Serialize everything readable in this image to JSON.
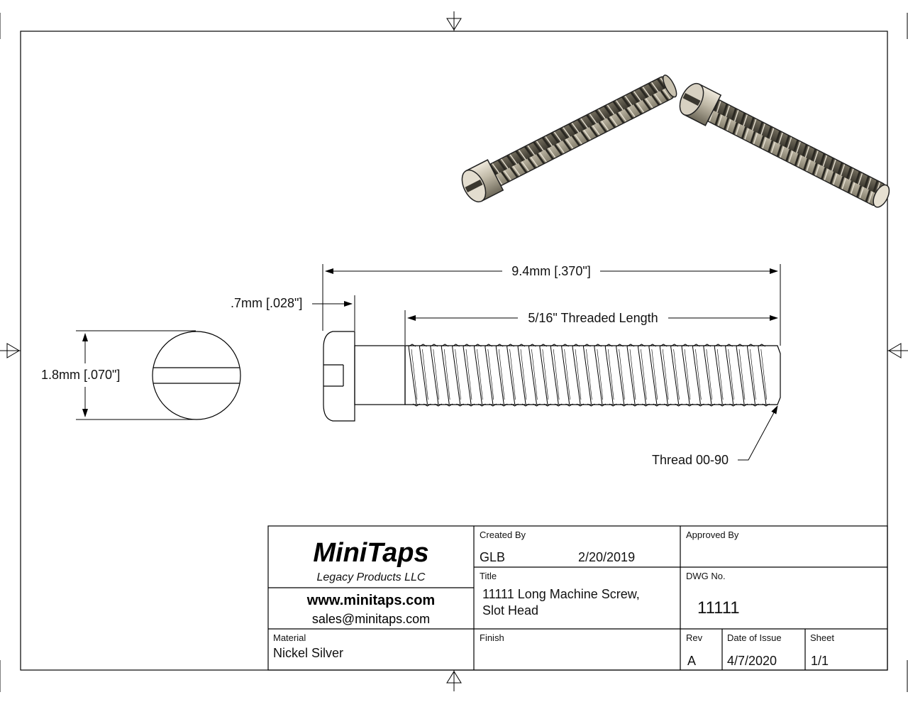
{
  "dimensions": {
    "overall_length": "9.4mm [.370\"]",
    "head_height": ".7mm [.028\"]",
    "thread_length": "5/16\" Threaded Length",
    "head_diameter": "1.8mm [.070\"]",
    "thread_callout": "Thread 00-90"
  },
  "title_block": {
    "logo": "MiniTaps",
    "company": "Legacy Products LLC",
    "website": "www.minitaps.com",
    "email": "sales@minitaps.com",
    "created_by_label": "Created By",
    "created_by": "GLB",
    "created_date": "2/20/2019",
    "approved_by_label": "Approved By",
    "title_label": "Title",
    "title_line1": "11111 Long Machine Screw,",
    "title_line2": "Slot Head",
    "dwg_label": "DWG No.",
    "dwg_no": "11111",
    "material_label": "Material",
    "material": "Nickel Silver",
    "finish_label": "Finish",
    "rev_label": "Rev",
    "rev": "A",
    "date_label": "Date of Issue",
    "date": "4/7/2020",
    "sheet_label": "Sheet",
    "sheet": "1/1"
  },
  "colors": {
    "metal_light": "#d8d1c2",
    "metal_mid": "#9b9482",
    "metal_dark": "#4a463c"
  }
}
